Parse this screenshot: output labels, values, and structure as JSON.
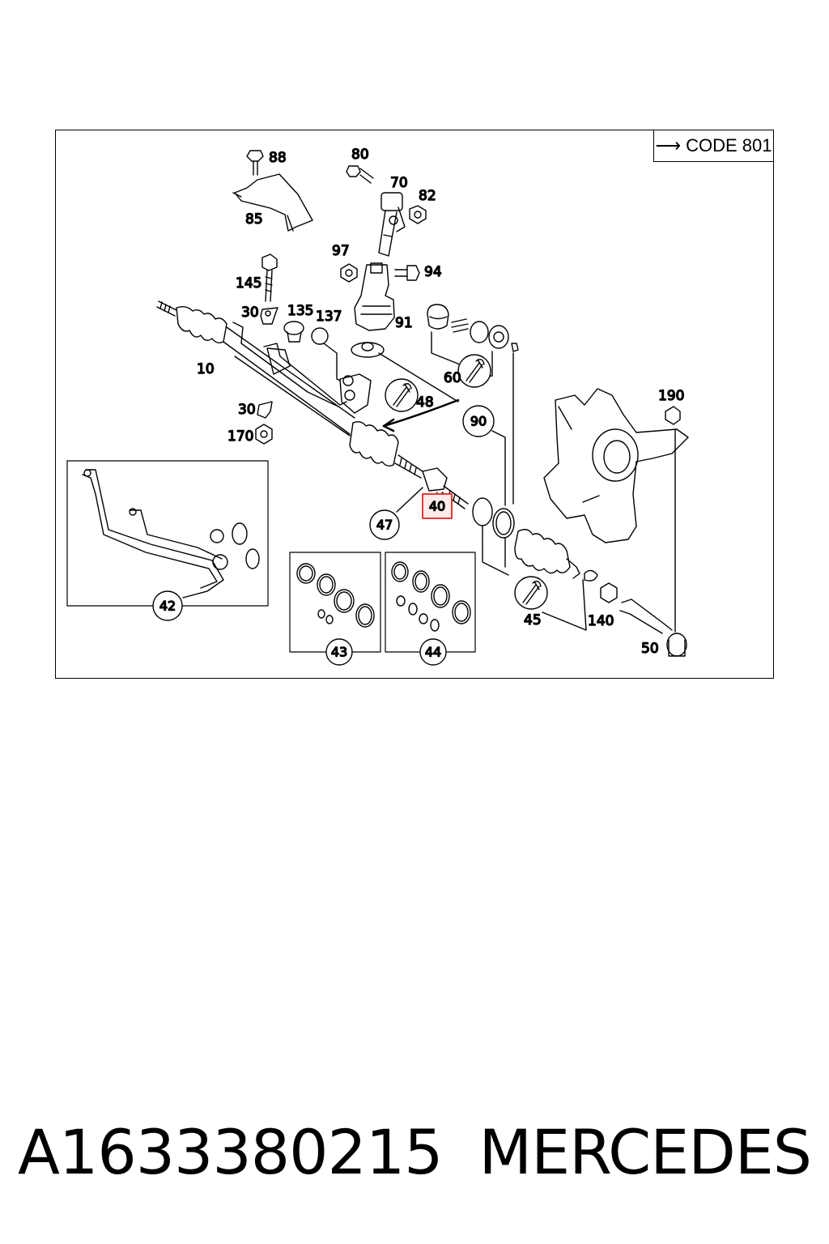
{
  "code_label": "CODE 801",
  "part_labels": {
    "p88": "88",
    "p85": "85",
    "p80": "80",
    "p70": "70",
    "p82": "82",
    "p97": "97",
    "p94": "94",
    "p145": "145",
    "p30a": "30",
    "p135": "135",
    "p137": "137",
    "p91": "91",
    "p10": "10",
    "p60": "60",
    "p48": "48",
    "p30b": "30",
    "p170": "170",
    "p190": "190",
    "p140": "140",
    "p50": "50",
    "c90": "90",
    "c47": "47",
    "c40": "40",
    "c42": "42",
    "c43": "43",
    "c44": "44",
    "c45": "45"
  },
  "highlight_color": "#e53935",
  "caption": {
    "part_number": "A1633380215",
    "brand": "MERCEDES"
  }
}
